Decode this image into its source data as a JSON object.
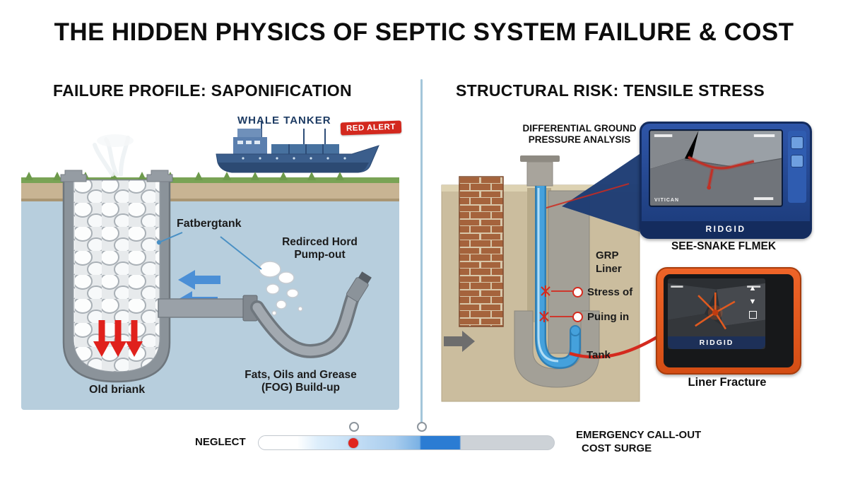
{
  "title": "THE HIDDEN PHYSICS OF SEPTIC SYSTEM FAILURE & COST",
  "left_panel": {
    "heading": "FAILURE PROFILE: SAPONIFICATION",
    "ship": {
      "name": "WHALE TANKER",
      "alert": "RED ALERT"
    },
    "labels": {
      "fatberg": "Fatbergtank",
      "pumpout1": "Redirced Hord",
      "pumpout2": "Pump-out",
      "fog1": "Fats, Oils and Grease",
      "fog2": "(FOG) Build-up",
      "old_briank": "Old briank"
    }
  },
  "right_panel": {
    "heading": "STRUCTURAL RISK: TENSILE STRESS",
    "pressure1": "DIFFERENTIAL GROUND",
    "pressure2": "PRESSURE ANALYSIS",
    "labels": {
      "grp1": "GRP",
      "grp2": "Liner",
      "stress": "Stress of",
      "pulling": "Puing in",
      "tank": "Tank"
    },
    "top_device": {
      "brand": "RIDGID",
      "caption": "SEE-SNAKE FLMEK",
      "hud": "VITICAN"
    },
    "bottom_device": {
      "brand": "RIDGID",
      "caption": "Liner Fracture"
    }
  },
  "scale": {
    "left": "NEGLECT",
    "right1": "EMERGENCY CALL-OUT",
    "right2": "COST SURGE"
  },
  "colors": {
    "alert_red": "#d3281e",
    "underground_blue": "#b7cedd",
    "ground_tan": "#cbbd9e",
    "pipe_blue": "#45a1dc",
    "device_navy": "#1c3a70",
    "device_orange": "#e2571d"
  }
}
